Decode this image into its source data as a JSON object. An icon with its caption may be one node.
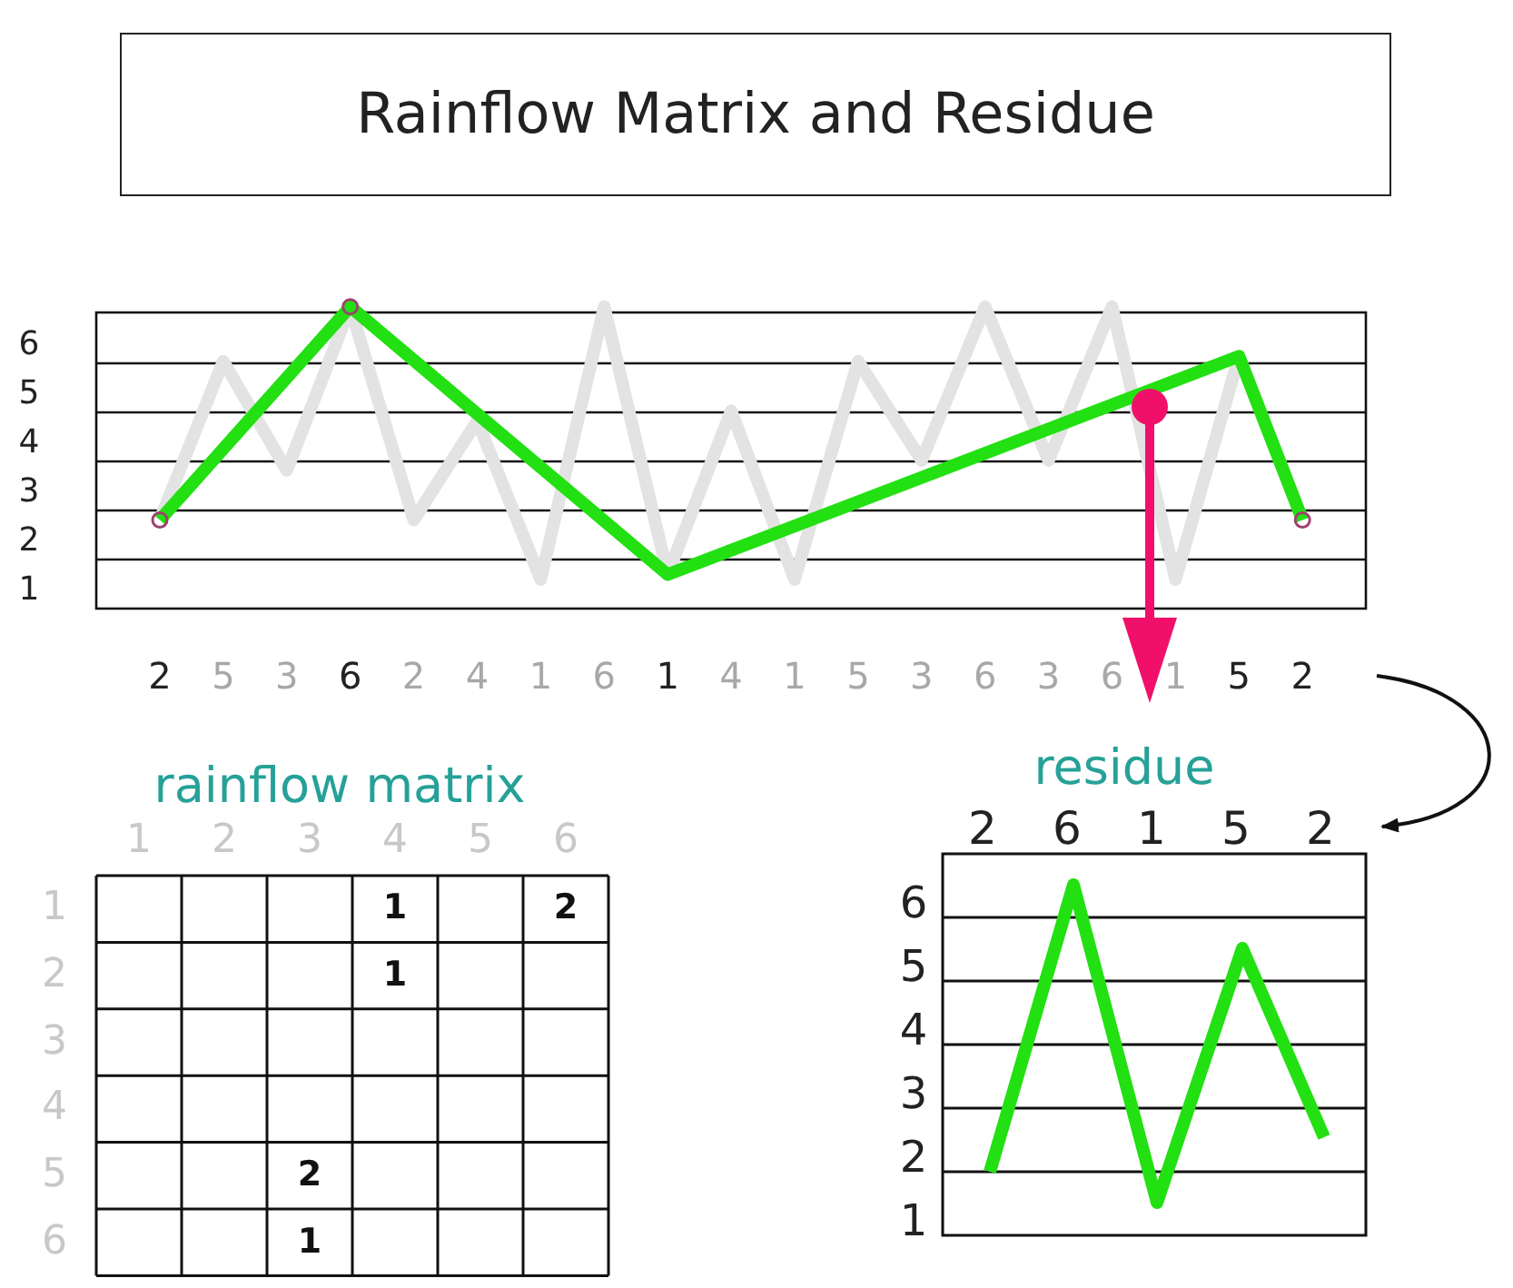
{
  "diagram": {
    "nodes": [
      {
        "text": [
          "Rainflow Matrix and Residue"
        ]
      },
      {
        "text": [],
        "shape": "picture"
      },
      {
        "text": [
          "rainflow matrix"
        ]
      },
      {
        "text": [
          "residue"
        ]
      }
    ],
    "edges": [
      {
        "from": 1,
        "to": 3,
        "arrow": "to"
      }
    ],
    "labels": [
      "6",
      "5",
      "4",
      "3",
      "2",
      "1",
      "2",
      "5",
      "3",
      "6",
      "2",
      "4",
      "1",
      "6",
      "1",
      "4",
      "1",
      "5",
      "3",
      "6",
      "3",
      "6",
      "1",
      "5",
      "2",
      "1",
      "2",
      "3",
      "4",
      "5",
      "6",
      "1",
      "1",
      "2",
      "2",
      "1",
      "3",
      "4",
      "5",
      "2",
      "6",
      "1",
      "2",
      "6",
      "1",
      "5",
      "2",
      "6",
      "5",
      "4",
      "3",
      "2",
      "1"
    ]
  }
}
